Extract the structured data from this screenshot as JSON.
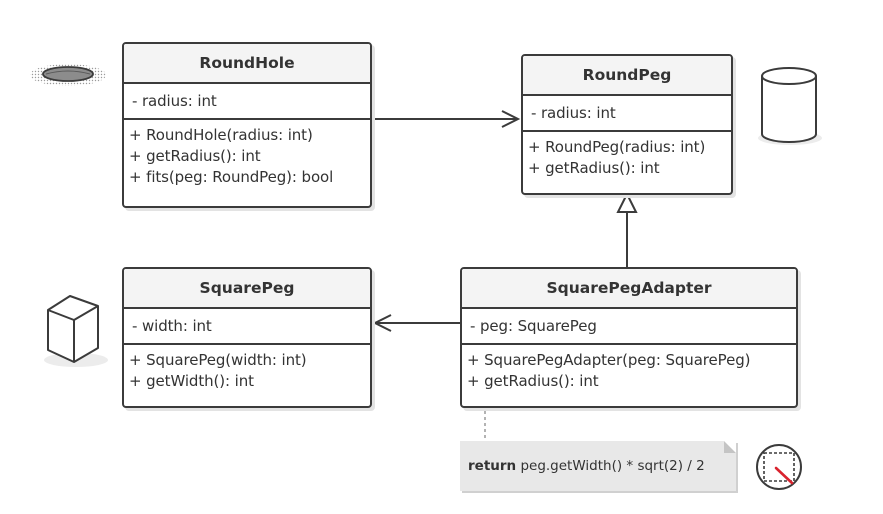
{
  "classes": {
    "round_hole": {
      "name": "RoundHole",
      "fields": [
        "- radius: int"
      ],
      "methods": [
        "+ RoundHole(radius: int)",
        "+ getRadius(): int",
        "+ fits(peg: RoundPeg): bool"
      ]
    },
    "round_peg": {
      "name": "RoundPeg",
      "fields": [
        "- radius: int"
      ],
      "methods": [
        "+ RoundPeg(radius: int)",
        "+ getRadius(): int"
      ]
    },
    "square_peg": {
      "name": "SquarePeg",
      "fields": [
        "- width: int"
      ],
      "methods": [
        "+ SquarePeg(width: int)",
        "+ getWidth(): int"
      ]
    },
    "square_peg_adapter": {
      "name": "SquarePegAdapter",
      "fields": [
        "- peg: SquarePeg"
      ],
      "methods": [
        "+ SquarePegAdapter(peg: SquarePeg)",
        "+ getRadius(): int"
      ]
    }
  },
  "note": {
    "keyword": "return",
    "expression": " peg.getWidth() * sqrt(2) / 2"
  },
  "relationships": [
    {
      "from": "RoundHole",
      "to": "RoundPeg",
      "type": "association"
    },
    {
      "from": "SquarePegAdapter",
      "to": "RoundPeg",
      "type": "inheritance"
    },
    {
      "from": "SquarePegAdapter",
      "to": "SquarePeg",
      "type": "association"
    }
  ],
  "icons": [
    "round-hole-icon",
    "cylinder-icon",
    "cube-icon",
    "square-in-circle-icon"
  ],
  "colors": {
    "border": "#3b3b3b",
    "header": "#f4f4f4",
    "note": "#e8e8e8",
    "accent": "#d9232e"
  }
}
